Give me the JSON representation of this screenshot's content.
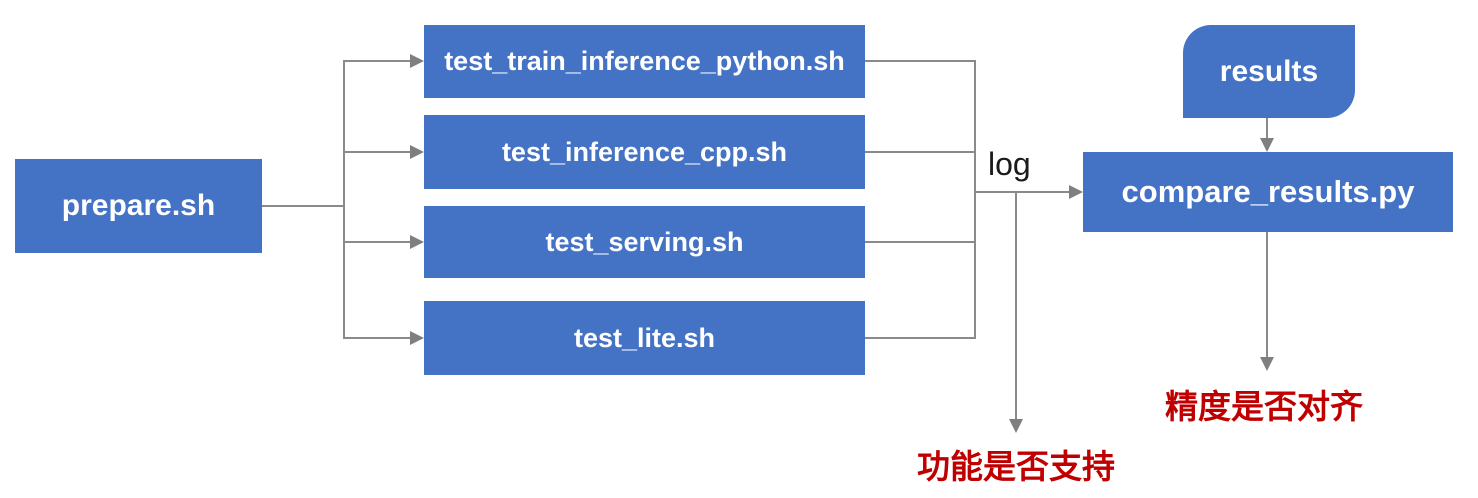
{
  "diagram": {
    "nodes": {
      "prepare": {
        "label": "prepare.sh"
      },
      "tests": [
        {
          "label": "test_train_inference_python.sh"
        },
        {
          "label": "test_inference_cpp.sh"
        },
        {
          "label": "test_serving.sh"
        },
        {
          "label": "test_lite.sh"
        }
      ],
      "results": {
        "label": "results"
      },
      "compare": {
        "label": "compare_results.py"
      }
    },
    "edge_labels": {
      "log": "log"
    },
    "annotations": {
      "feature_support": "功能是否支持",
      "accuracy_aligned": "精度是否对齐"
    },
    "colors": {
      "node_fill": "#4472C4",
      "node_text": "#FFFFFF",
      "connector": "#8A8A8A",
      "arrowhead": "#7F7F7F",
      "annotation_red": "#C00000",
      "edge_label_text": "#1A1A1A",
      "background": "#FFFFFF"
    }
  }
}
